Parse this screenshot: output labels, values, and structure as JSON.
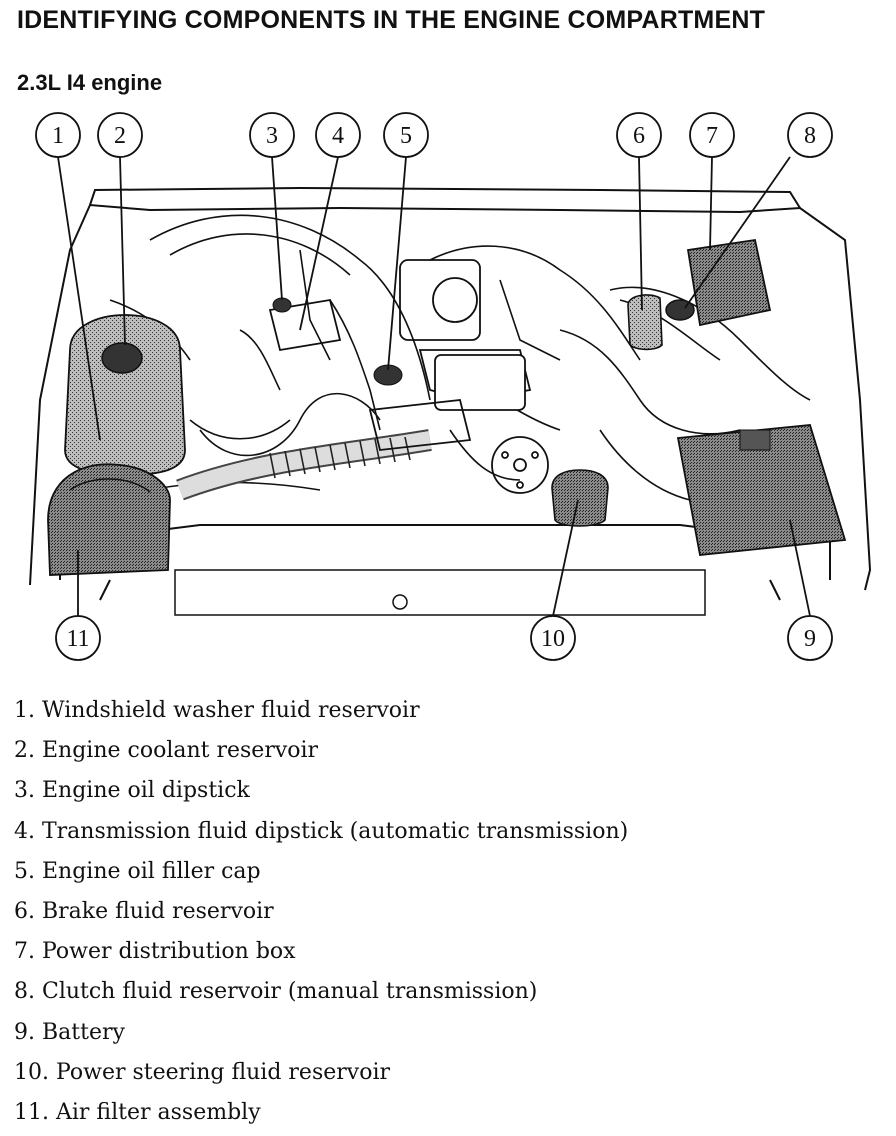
{
  "header": {
    "title": "IDENTIFYING COMPONENTS IN THE ENGINE COMPARTMENT",
    "subtitle": "2.3L I4 engine"
  },
  "callouts": [
    "1",
    "2",
    "3",
    "4",
    "5",
    "6",
    "7",
    "8",
    "9",
    "10",
    "11"
  ],
  "legend": [
    "1. Windshield washer fluid reservoir",
    "2. Engine coolant reservoir",
    "3. Engine oil dipstick",
    "4. Transmission fluid dipstick (automatic transmission)",
    "5. Engine oil filler cap",
    "6. Brake fluid reservoir",
    "7. Power distribution box",
    "8. Clutch fluid reservoir (manual transmission)",
    "9. Battery",
    "10. Power steering fluid reservoir",
    "11. Air filter assembly"
  ]
}
